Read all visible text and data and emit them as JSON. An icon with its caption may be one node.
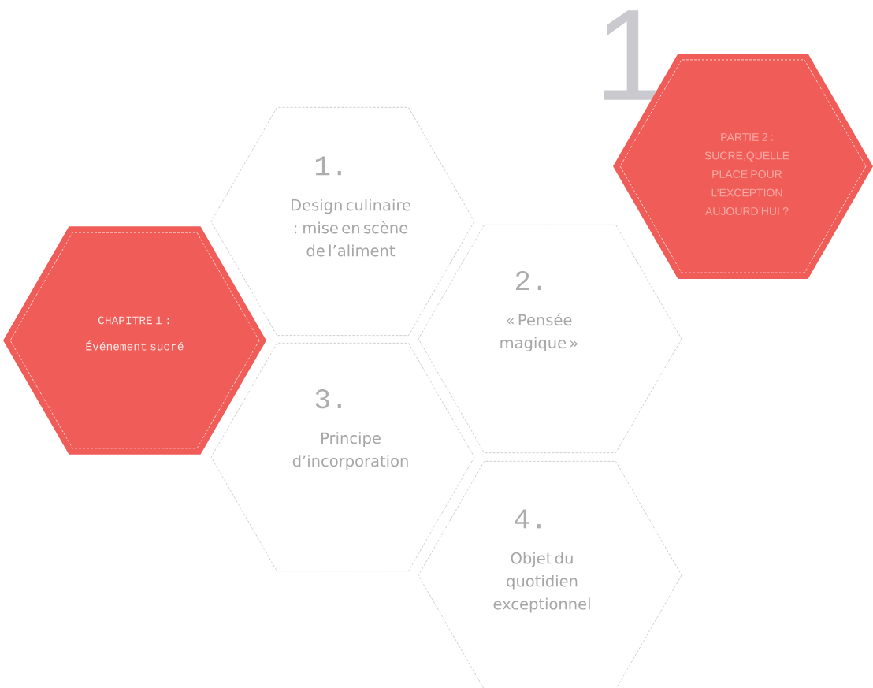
{
  "diagram": {
    "nodes": [
      {
        "text": [
          "CHAPITRE 1 :",
          "Événement sucré"
        ]
      },
      {
        "text": [
          "1.",
          "Design culinaire : mise en scène de l’aliment"
        ]
      },
      {
        "text": [
          "2.",
          "« Pensée magique »"
        ]
      },
      {
        "text": [
          "3.",
          "Principe d’incorporation"
        ]
      },
      {
        "text": [
          "4.",
          "Objet du quotidien exceptionnel"
        ]
      },
      {
        "text": [
          "PARTIE 2 : SUCRE,QUELLE PLACE POUR L’EXCEPTION AUJOURD’HUI ?"
        ]
      }
    ],
    "labels": [
      "1"
    ]
  }
}
